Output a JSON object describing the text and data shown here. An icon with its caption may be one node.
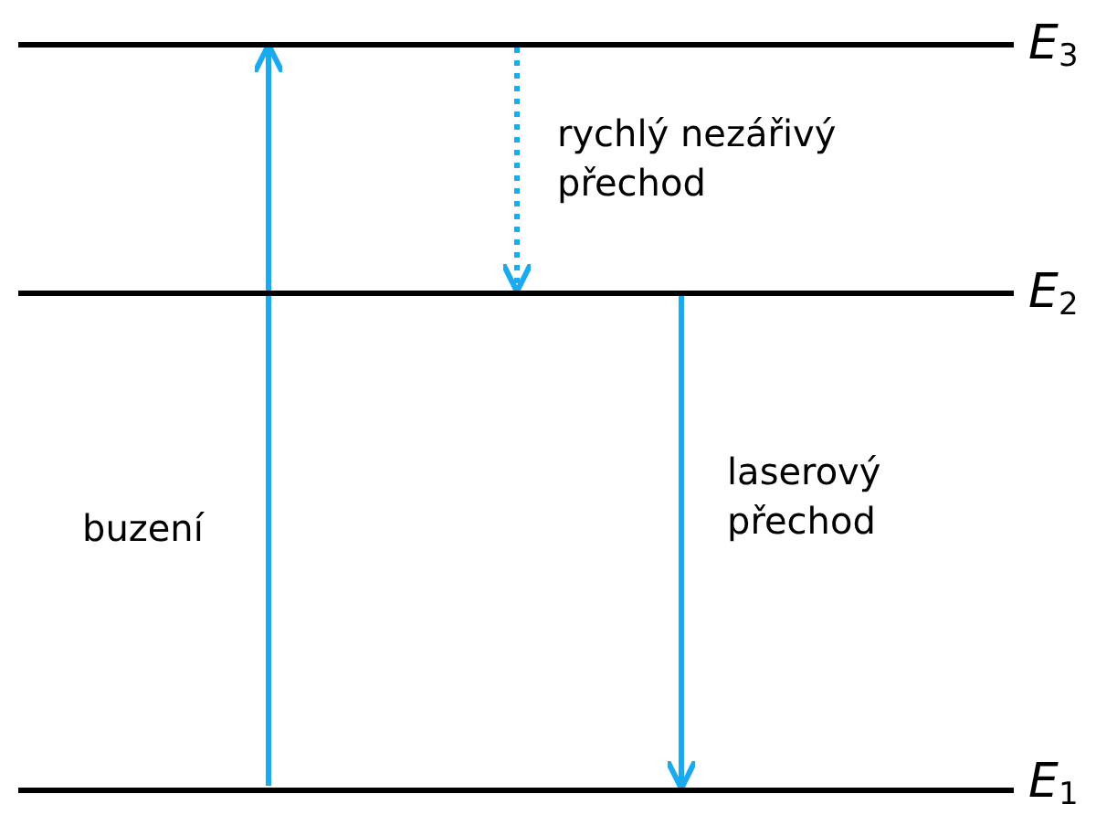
{
  "diagram": {
    "nodes": [
      {
        "text": [],
        "shape": "bar",
        "beside": [
          "E$_{3}$"
        ]
      },
      {
        "text": [],
        "shape": "bar",
        "beside": [
          "E$_{2}$"
        ]
      },
      {
        "text": [],
        "shape": "bar",
        "beside": [
          "E$_{1}$"
        ]
      }
    ],
    "edges": [
      {
        "from": 2,
        "to": 0,
        "arrow": "to",
        "label": "buzení"
      },
      {
        "from": 0,
        "to": 1,
        "arrow": "to",
        "label": "rychlý nezářivý přechod",
        "style": "dashed"
      },
      {
        "from": 1,
        "to": 2,
        "arrow": "to",
        "label": "laserový přechod"
      }
    ]
  }
}
